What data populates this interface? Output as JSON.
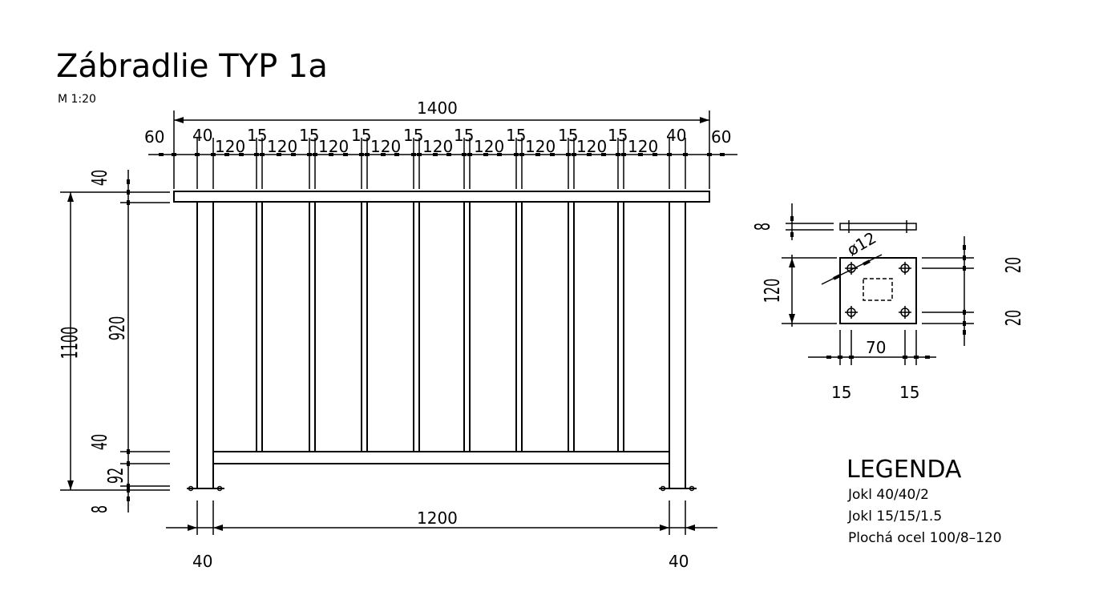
{
  "title": "Zábradlie  TYP  1a",
  "scale": "M 1:20",
  "top_dims": {
    "overall": "1400",
    "segments": [
      "60",
      "40",
      "120",
      "15",
      "120",
      "15",
      "120",
      "15",
      "120",
      "15",
      "120",
      "15",
      "120",
      "15",
      "120",
      "15",
      "120",
      "15",
      "120",
      "40",
      "60"
    ]
  },
  "left_dims": {
    "overall": "1100",
    "parts": [
      "40",
      "920",
      "40",
      "92",
      "8"
    ]
  },
  "bottom_dims": {
    "span": "1200",
    "left_post": "40",
    "right_post": "40"
  },
  "plate_dims": {
    "thickness": "8",
    "hole": "ø12",
    "height": "120",
    "width": "70",
    "edge_left": "15",
    "edge_right": "15",
    "edge_top": "20",
    "edge_bottom": "20"
  },
  "legend": {
    "title": "LEGENDA",
    "items": [
      "Jokl 40/40/2",
      "Jokl 15/15/1.5",
      "Plochá ocel 100/8–120"
    ]
  }
}
